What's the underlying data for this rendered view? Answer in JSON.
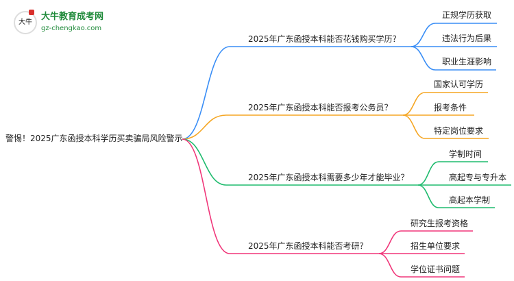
{
  "logo": {
    "name": "大牛教育成考网",
    "url": "gz-chengkao.com",
    "mark": "大牛"
  },
  "root": "警惕！2025广东函授本科学历买卖骗局风险警示",
  "colors": {
    "blue": "#3a8ef6",
    "orange": "#f5a623",
    "green": "#1fbb6e",
    "pink": "#f0377a"
  },
  "branches": [
    {
      "label": "2025年广东函授本科能否花钱购买学历？",
      "color": "#3a8ef6",
      "children": [
        "正规学历获取",
        "违法行为后果",
        "职业生涯影响"
      ]
    },
    {
      "label": "2025年广东函授本科能否报考公务员？",
      "color": "#f5a623",
      "children": [
        "国家认可学历",
        "报考条件",
        "特定岗位要求"
      ]
    },
    {
      "label": "2025年广东函授本科需要多少年才能毕业？",
      "color": "#1fbb6e",
      "children": [
        "学制时间",
        "高起专与专升本",
        "高起本学制"
      ]
    },
    {
      "label": "2025年广东函授本科能否考研？",
      "color": "#f0377a",
      "children": [
        "研究生报考资格",
        "招生单位要求",
        "学位证书问题"
      ]
    }
  ]
}
